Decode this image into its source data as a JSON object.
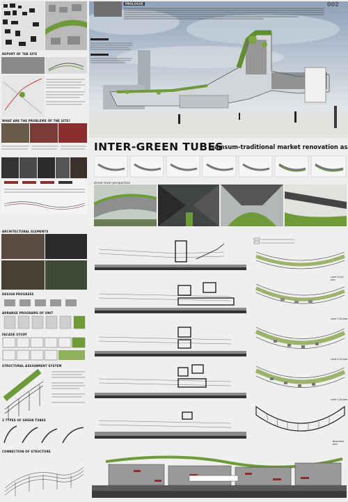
{
  "board": {
    "number": "002",
    "prologue_label": "PROLOGUE",
    "title": "INTER-GREEN TUBES",
    "subtitle": "samsum-traditional market renovation as a cultural linkage"
  },
  "left_column": {
    "heading_site": "REPORT OF THE SITE",
    "heading_what": "WHAT ARE THE PROBLEMS OF THE SITE?",
    "heading_architectural": "ARCHITECTURAL ELEMENTS",
    "heading_design": "DESIGN PROGRESS",
    "heading_program": "ARRANGE PROGRAMS OF UNIT",
    "heading_facade": "FACADE STUDY",
    "heading_structural": "STRUCTURAL ASSIGNMENT SYSTEM",
    "heading_types": "3 TYPES OF GREEN TUBES",
    "heading_connection": "CONNECTION OF STRUCTURE"
  },
  "panels": {
    "views_label": "street level perspective",
    "level_labels": [
      "Level 10,00 plan",
      "Level 7,00 plan",
      "Level 4,00 plan",
      "Level 1,00 plan",
      "Basement plan"
    ]
  },
  "colors": {
    "green": "#6f9a3a",
    "dark": "#1a1a1a",
    "sky": "#9fb1c5"
  }
}
